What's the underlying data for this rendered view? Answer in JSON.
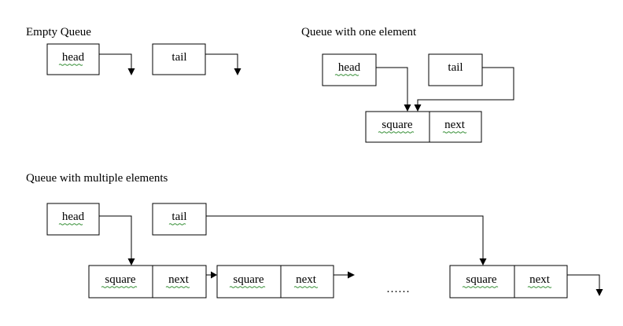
{
  "sections": {
    "empty": {
      "title": "Empty Queue",
      "head_label": "head",
      "tail_label": "tail"
    },
    "one": {
      "title": "Queue with one element",
      "head_label": "head",
      "tail_label": "tail",
      "node": {
        "value_label": "square",
        "next_label": "next"
      }
    },
    "multiple": {
      "title": "Queue with multiple elements",
      "head_label": "head",
      "tail_label": "tail",
      "nodes": [
        {
          "value_label": "square",
          "next_label": "next"
        },
        {
          "value_label": "square",
          "next_label": "next"
        },
        {
          "value_label": "square",
          "next_label": "next"
        }
      ],
      "ellipsis": "……"
    }
  },
  "colors": {
    "line": "#000000",
    "background": "#ffffff",
    "spellcheck_underline": "#2e8b2e"
  }
}
